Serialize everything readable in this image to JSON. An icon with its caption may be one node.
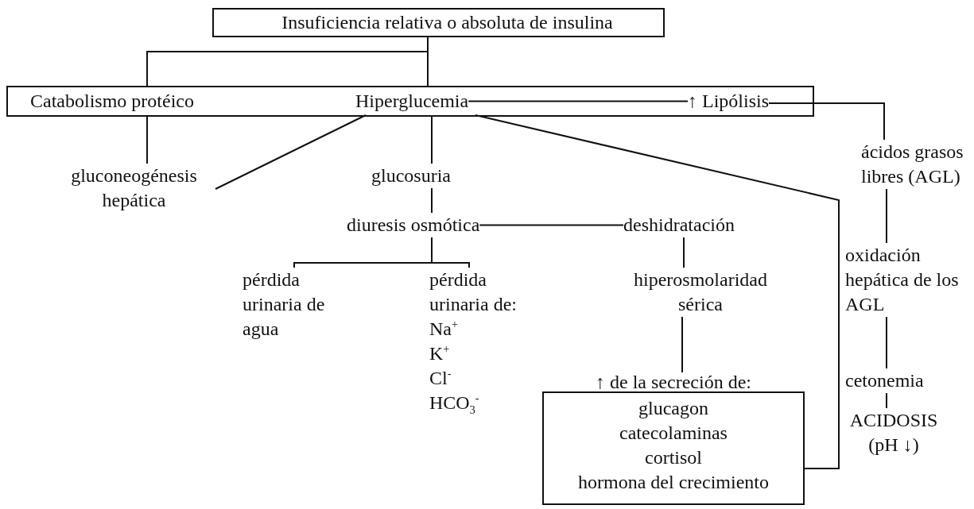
{
  "diagram": {
    "nodes": [
      {
        "text": [
          "Insuficiencia relativa o absoluta de insulina"
        ]
      },
      {
        "text": [],
        "shape": "box"
      },
      {
        "text": [
          "Catabolismo protéico"
        ],
        "in": 1
      },
      {
        "text": [
          "Hiperglucemia"
        ],
        "in": 1
      },
      {
        "text": [
          "↑ Lipólisis"
        ],
        "in": 1
      },
      {
        "text": [
          "gluconeogénesis hepática"
        ]
      },
      {
        "text": [
          "glucosuria"
        ]
      },
      {
        "text": [
          "diuresis osmótica"
        ]
      },
      {
        "text": [
          "deshidratación"
        ]
      },
      {
        "text": [
          "pérdida urinaria de agua"
        ]
      },
      {
        "text": [
          "pérdida urinaria de:",
          "Na$^{+}$",
          "K$^{+}$",
          "Cl$^{-}$",
          "HCO$_{3}$$^{-}$"
        ]
      },
      {
        "text": [
          "hiperosmolaridad sérica"
        ]
      },
      {
        "text": [
          "↑ de la secreción de:",
          "glucagon",
          "catecolaminas",
          "cortisol",
          "hormona del crecimiento"
        ]
      },
      {
        "text": [
          "ácidos grasos libres (AGL)"
        ]
      },
      {
        "text": [
          "oxidación hepática de los AGL"
        ]
      },
      {
        "text": [
          "cetonemia"
        ]
      },
      {
        "text": [
          "ACIDOSIS (pH ↓)"
        ]
      }
    ],
    "edges": [
      {
        "from": 0,
        "to": 2,
        "arrow": "none"
      },
      {
        "from": 0,
        "to": 3,
        "arrow": "none"
      },
      {
        "from": 3,
        "to": 4,
        "arrow": "none"
      },
      {
        "from": 2,
        "to": 5,
        "arrow": "none"
      },
      {
        "from": 3,
        "to": 5,
        "arrow": "none"
      },
      {
        "from": 3,
        "to": 6,
        "arrow": "none"
      },
      {
        "from": 6,
        "to": 7,
        "arrow": "none"
      },
      {
        "from": 7,
        "to": 8,
        "arrow": "none"
      },
      {
        "from": 7,
        "to": 9,
        "arrow": "none"
      },
      {
        "from": 7,
        "to": 10,
        "arrow": "none"
      },
      {
        "from": 8,
        "to": 11,
        "arrow": "none"
      },
      {
        "from": 11,
        "to": 12,
        "arrow": "none"
      },
      {
        "from": 3,
        "to": 12,
        "arrow": "none"
      },
      {
        "from": 4,
        "to": 13,
        "arrow": "none"
      },
      {
        "from": 13,
        "to": 14,
        "arrow": "none"
      },
      {
        "from": 14,
        "to": 15,
        "arrow": "none"
      },
      {
        "from": 15,
        "to": 16,
        "arrow": "none"
      }
    ]
  }
}
